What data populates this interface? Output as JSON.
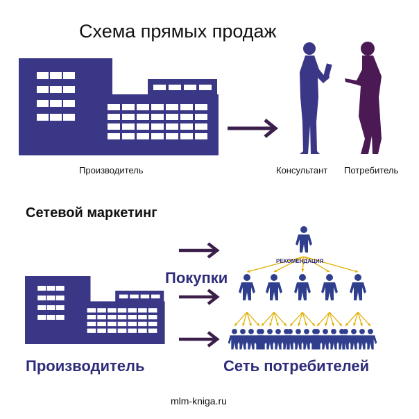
{
  "direct_sales": {
    "title": "Схема прямых продаж",
    "producer_label": "Производитель",
    "consultant_label": "Консультант",
    "consumer_label": "Потребитель"
  },
  "network_marketing": {
    "title": "Сетевой маркетинг",
    "purchases_label": "Покупки",
    "recommendation_label": "РЕКОМЕНДАЦИЯ",
    "producer_label": "Производитель",
    "network_label": "Сеть потребителей"
  },
  "footer": {
    "site": "mlm-kniga.ru"
  },
  "colors": {
    "building": "#3a3787",
    "window": "#ffffff",
    "arrow": "#3b1f4a",
    "consultant": "#3a3787",
    "consumer": "#4b1a55",
    "people": "#2f3f8e",
    "referral_arrow": "#e0b000"
  }
}
